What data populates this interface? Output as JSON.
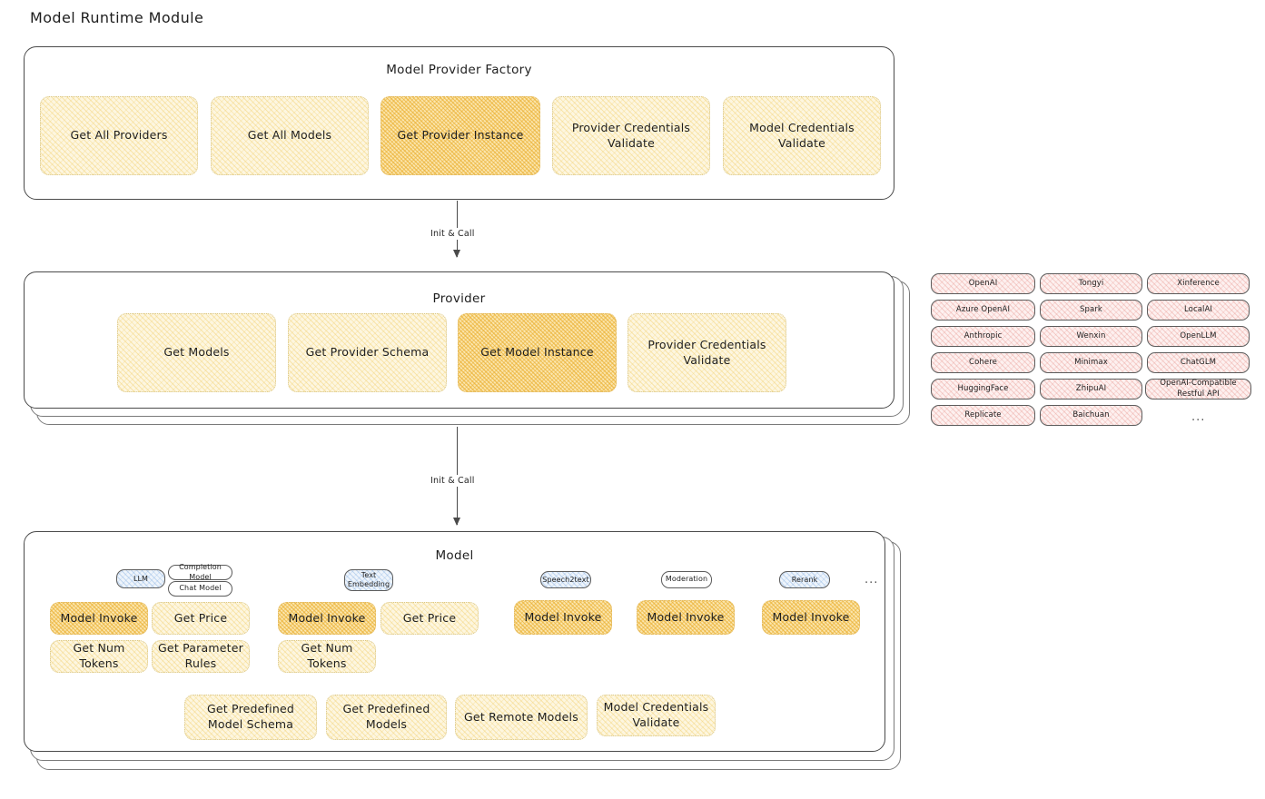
{
  "page": {
    "title": "Model Runtime Module"
  },
  "factory": {
    "title": "Model Provider Factory",
    "items": [
      {
        "label": "Get All Providers",
        "highlighted": false
      },
      {
        "label": "Get All Models",
        "highlighted": false
      },
      {
        "label": "Get Provider Instance",
        "highlighted": true
      },
      {
        "label": "Provider Credentials Validate",
        "highlighted": false
      },
      {
        "label": "Model Credentials Validate",
        "highlighted": false
      }
    ]
  },
  "arrow1": {
    "label": "Init & Call"
  },
  "provider": {
    "title": "Provider",
    "items": [
      {
        "label": "Get Models",
        "highlighted": false
      },
      {
        "label": "Get Provider Schema",
        "highlighted": false
      },
      {
        "label": "Get Model Instance",
        "highlighted": true
      },
      {
        "label": "Provider Credentials Validate",
        "highlighted": false
      }
    ]
  },
  "arrow2": {
    "label": "Init & Call"
  },
  "provider_list": {
    "column1": [
      "OpenAI",
      "Azure OpenAI",
      "Anthropic",
      "Cohere",
      "HuggingFace",
      "Replicate"
    ],
    "column2": [
      "Tongyi",
      "Spark",
      "Wenxin",
      "Minimax",
      "ZhipuAI",
      "Baichuan"
    ],
    "column3": [
      "Xinference",
      "LocalAI",
      "OpenLLM",
      "ChatGLM",
      "OpenAI-Compatible Restful API"
    ],
    "more": "..."
  },
  "model": {
    "title": "Model",
    "more": "...",
    "types": [
      {
        "badge": "LLM",
        "badge_style": "blue",
        "sub_badges": [
          "Completion Model",
          "Chat Model"
        ],
        "methods": [
          {
            "label": "Model Invoke",
            "highlighted": true
          },
          {
            "label": "Get Price",
            "highlighted": false
          },
          {
            "label": "Get Num Tokens",
            "highlighted": false
          },
          {
            "label": "Get Parameter Rules",
            "highlighted": false
          }
        ]
      },
      {
        "badge": "Text Embedding",
        "badge_style": "blue",
        "sub_badges": [],
        "methods": [
          {
            "label": "Model Invoke",
            "highlighted": true
          },
          {
            "label": "Get Price",
            "highlighted": false
          },
          {
            "label": "Get Num Tokens",
            "highlighted": false
          }
        ]
      },
      {
        "badge": "Speech2text",
        "badge_style": "blue",
        "sub_badges": [],
        "methods": [
          {
            "label": "Model Invoke",
            "highlighted": true
          }
        ]
      },
      {
        "badge": "Moderation",
        "badge_style": "plain",
        "sub_badges": [],
        "methods": [
          {
            "label": "Model Invoke",
            "highlighted": true
          }
        ]
      },
      {
        "badge": "Rerank",
        "badge_style": "blue",
        "sub_badges": [],
        "methods": [
          {
            "label": "Model Invoke",
            "highlighted": true
          }
        ]
      }
    ],
    "shared_methods": [
      "Get Predefined Model Schema",
      "Get Predefined Models",
      "Get Remote Models",
      "Model Credentials Validate"
    ]
  },
  "colors": {
    "highlight_fill": "#fbe6ae",
    "normal_fill": "#fdf6e0",
    "provider_pill_fill": "#fdf0ef",
    "badge_fill": "#eef4fb",
    "stroke": "#4a4a4a"
  }
}
